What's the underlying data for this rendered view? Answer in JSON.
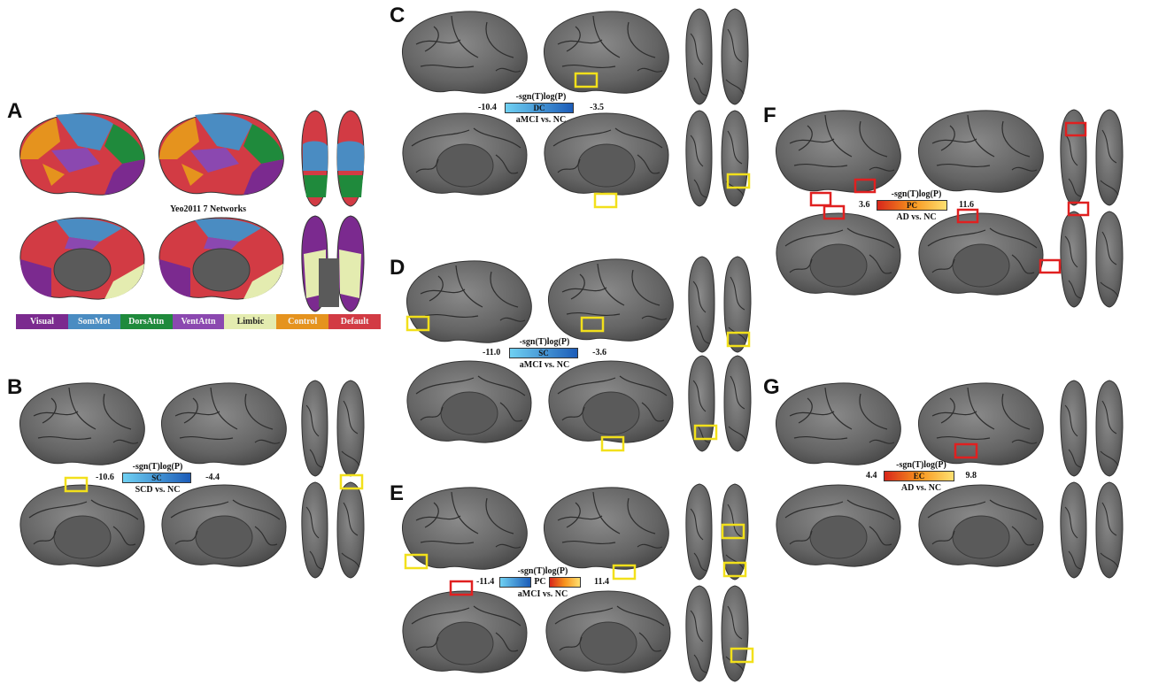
{
  "panels": {
    "A": "A",
    "B": "B",
    "C": "C",
    "D": "D",
    "E": "E",
    "F": "F",
    "G": "G"
  },
  "yeo_title": "Yeo2011 7 Networks",
  "networks": [
    {
      "label": "Visual",
      "color": "#7b2a8f"
    },
    {
      "label": "SomMot",
      "color": "#4a8cc2"
    },
    {
      "label": "DorsAttn",
      "color": "#1f8a3c"
    },
    {
      "label": "VentAttn",
      "color": "#8b48b0"
    },
    {
      "label": "Limbic",
      "color": "#e4ecb0"
    },
    {
      "label": "Control",
      "color": "#e5931e"
    },
    {
      "label": "Default",
      "color": "#d23b44"
    }
  ],
  "colorbars": {
    "B": {
      "title": "-sgn(T)log(P)",
      "min": "-10.6",
      "name": "SC",
      "max": "-4.4",
      "sub": "SCD vs. NC"
    },
    "C": {
      "title": "-sgn(T)log(P)",
      "min": "-10.4",
      "name": "DC",
      "max": "-3.5",
      "sub": "aMCI vs. NC"
    },
    "D": {
      "title": "-sgn(T)log(P)",
      "min": "-11.0",
      "name": "SC",
      "max": "-3.6",
      "sub": "aMCI vs. NC"
    },
    "E": {
      "title": "-sgn(T)log(P)",
      "min": "-11.4",
      "name": "PC",
      "max": "11.4",
      "sub": "aMCI vs. NC"
    },
    "F": {
      "title": "-sgn(T)log(P)",
      "min": "3.6",
      "name": "PC",
      "max": "11.6",
      "sub": "AD vs. NC"
    },
    "G": {
      "title": "-sgn(T)log(P)",
      "min": "4.4",
      "name": "EC",
      "max": "9.8",
      "sub": "AD vs. NC"
    }
  },
  "colors": {
    "brain": "#6e6e6e",
    "brain_edge": "#3a3a3a",
    "highlight_yellow": "#f2e01b",
    "highlight_red": "#e02020"
  }
}
